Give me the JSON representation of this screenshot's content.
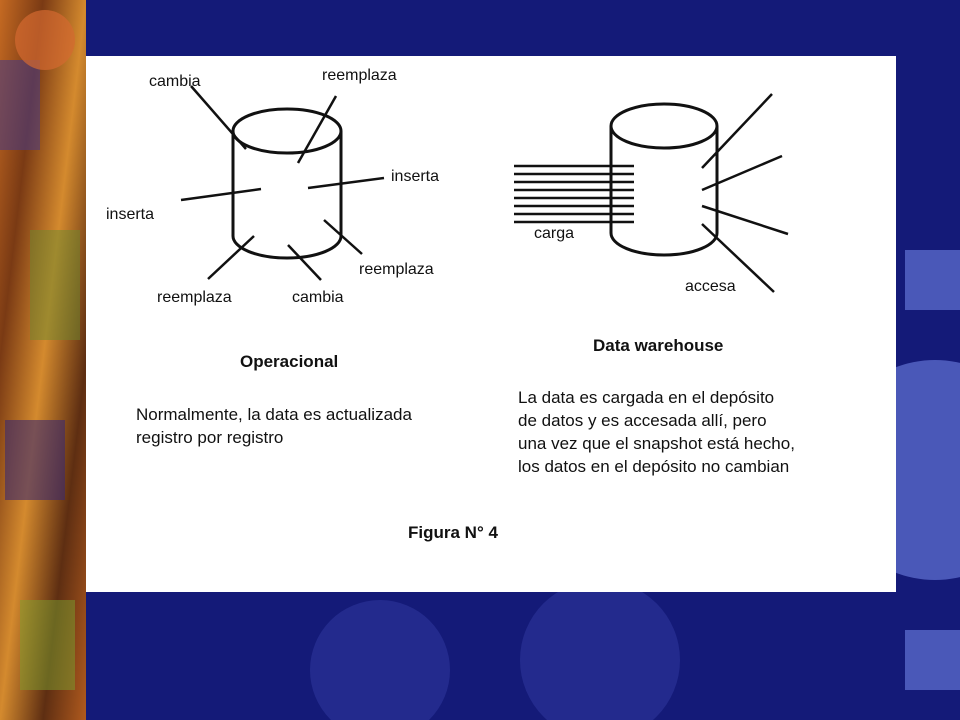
{
  "colors": {
    "background": "#141a78",
    "gear_blue": "#4a58b8",
    "card": "#ffffff",
    "ink": "#111111",
    "strip": "#8a4a1c"
  },
  "diagram": {
    "operational": {
      "labels": {
        "top_left": "cambia",
        "top_right": "reemplaza",
        "right": "inserta",
        "left": "inserta",
        "bottom_right": "reemplaza",
        "bottom_left": "reemplaza",
        "bottom_center": "cambia"
      },
      "title": "Operacional",
      "description": [
        "Normalmente, la data es actualizada",
        "registro por registro"
      ]
    },
    "warehouse": {
      "labels": {
        "load": "carga",
        "access": "accesa"
      },
      "title": "Data warehouse",
      "description": [
        "La data es cargada en el depósito",
        "de datos y es accesada allí, pero",
        "una vez que el snapshot está hecho,",
        "los datos en el depósito no cambian"
      ]
    },
    "caption": "Figura N° 4"
  }
}
